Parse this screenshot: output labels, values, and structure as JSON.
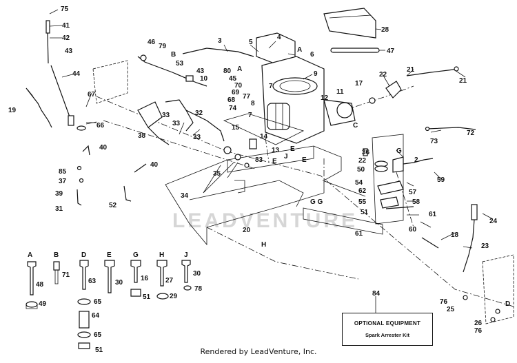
{
  "watermark": "LEADVENTURE",
  "credit": "Rendered by LeadVenture, Inc.",
  "optional_box": {
    "title": "OPTIONAL EQUIPMENT",
    "item": "Spark Arrester Kit"
  },
  "callouts": {
    "c75": "75",
    "c41": "41",
    "c42": "42",
    "c43a": "43",
    "c44": "44",
    "c19": "19",
    "c67": "67",
    "c66": "66",
    "c3": "3",
    "c5": "5",
    "c4": "4",
    "c6": "6",
    "c46": "46",
    "c79": "79",
    "c53": "53",
    "c43b": "43",
    "c10": "10",
    "c80": "80",
    "c45": "45",
    "c70": "70",
    "c69": "69",
    "c77": "77",
    "c68": "68",
    "c74": "74",
    "c7a": "7",
    "c8": "8",
    "c9": "9",
    "c11": "11",
    "c12": "12",
    "c17": "17",
    "c22a": "22",
    "c21a": "21",
    "c21b": "21",
    "c28": "28",
    "c47": "47",
    "c38": "38",
    "c33a": "33",
    "c33b": "33",
    "c32": "32",
    "c33c": "33",
    "c15": "15",
    "c7b": "7",
    "c14": "14",
    "c13": "13",
    "c72": "72",
    "c73": "73",
    "c40a": "40",
    "c85": "85",
    "c37": "37",
    "c39": "39",
    "c31": "31",
    "c40b": "40",
    "c52": "52",
    "c35": "35",
    "c34": "34",
    "c83": "83",
    "c36": "36",
    "c22b": "22",
    "c2": "2",
    "c50": "50",
    "c54": "54",
    "c62": "62",
    "c57": "57",
    "c59": "59",
    "c58": "58",
    "c55": "55",
    "c51a": "51",
    "c61a": "61",
    "c60": "60",
    "c61b": "61",
    "c24": "24",
    "c18": "18",
    "c23": "23",
    "c20": "20",
    "c48": "48",
    "c49": "49",
    "c71": "71",
    "c63": "63",
    "c65a": "65",
    "c64": "64",
    "c65b": "65",
    "c51b": "51",
    "c30a": "30",
    "c16": "16",
    "c51c": "51",
    "c27": "27",
    "c29": "29",
    "c30b": "30",
    "c78": "78",
    "c84": "84",
    "c76a": "76",
    "c25": "25",
    "c26": "26",
    "c76b": "76"
  },
  "letters": {
    "lA_bolt": "A",
    "lB_bolt": "B",
    "lD_bolt": "D",
    "lE_bolt": "E",
    "lG_bolt": "G",
    "lH_bolt": "H",
    "lJ_bolt": "J",
    "lB_cable": "B",
    "lA_cable": "A",
    "lA1": "A",
    "lC": "C",
    "lE1": "E",
    "lJ1": "J",
    "lE2": "E",
    "lE3": "E",
    "lG1": "G",
    "lGG": "G G",
    "lH1": "H",
    "lD1": "D"
  }
}
